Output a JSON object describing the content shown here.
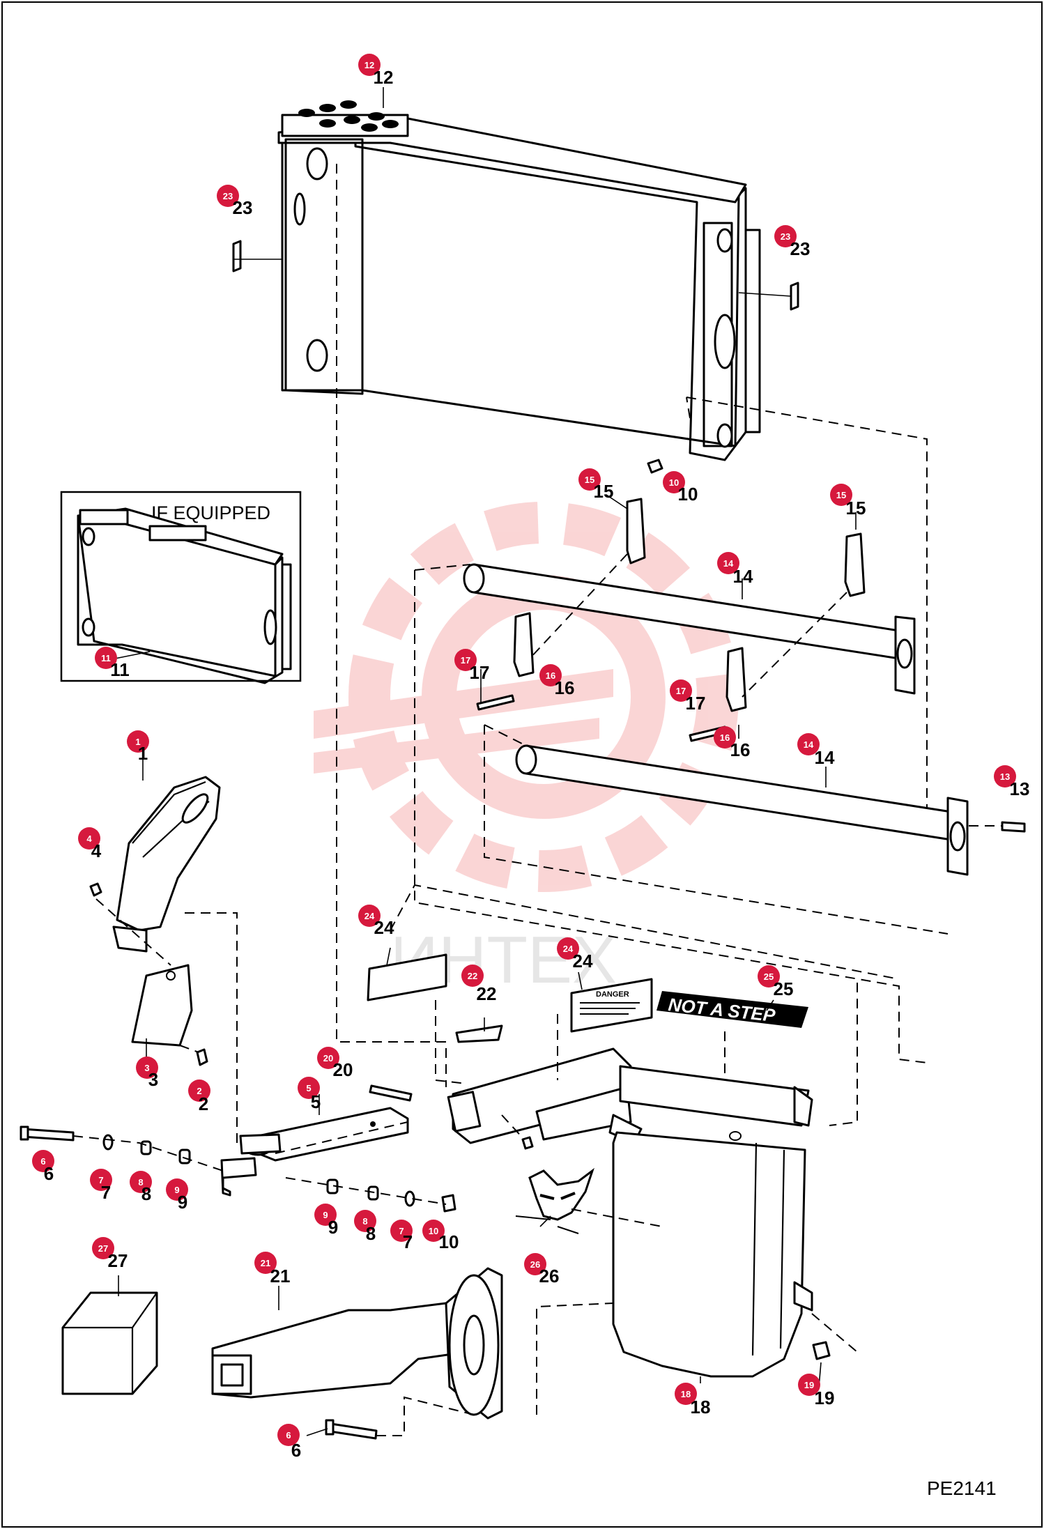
{
  "figure_code": "PE2141",
  "inset_label": "IF EQUIPPED",
  "watermark_text": "ИНТЕХ",
  "decal_text": "NOT A STEP",
  "warning_decal_title": "DANGER",
  "colors": {
    "callout_badge": "#d6193d",
    "watermark": "#f28a8a",
    "line": "#000000",
    "background": "#ffffff"
  },
  "callouts": [
    {
      "id": "c12",
      "num": "12"
    },
    {
      "id": "c23a",
      "num": "23"
    },
    {
      "id": "c23b",
      "num": "23"
    },
    {
      "id": "c10a",
      "num": "10"
    },
    {
      "id": "c15a",
      "num": "15"
    },
    {
      "id": "c15b",
      "num": "15"
    },
    {
      "id": "c14a",
      "num": "14"
    },
    {
      "id": "c14b",
      "num": "14"
    },
    {
      "id": "c11",
      "num": "11"
    },
    {
      "id": "c17a",
      "num": "17"
    },
    {
      "id": "c16a",
      "num": "16"
    },
    {
      "id": "c17b",
      "num": "17"
    },
    {
      "id": "c16b",
      "num": "16"
    },
    {
      "id": "c13",
      "num": "13"
    },
    {
      "id": "c1",
      "num": "1"
    },
    {
      "id": "c4",
      "num": "4"
    },
    {
      "id": "c24a",
      "num": "24"
    },
    {
      "id": "c24b",
      "num": "24"
    },
    {
      "id": "c25",
      "num": "25"
    },
    {
      "id": "c22",
      "num": "22"
    },
    {
      "id": "c3",
      "num": "3"
    },
    {
      "id": "c2",
      "num": "2"
    },
    {
      "id": "c20",
      "num": "20"
    },
    {
      "id": "c5",
      "num": "5"
    },
    {
      "id": "c6a",
      "num": "6"
    },
    {
      "id": "c7a",
      "num": "7"
    },
    {
      "id": "c8a",
      "num": "8"
    },
    {
      "id": "c9a",
      "num": "9"
    },
    {
      "id": "c9b",
      "num": "9"
    },
    {
      "id": "c8b",
      "num": "8"
    },
    {
      "id": "c7b",
      "num": "7"
    },
    {
      "id": "c10b",
      "num": "10"
    },
    {
      "id": "c27",
      "num": "27"
    },
    {
      "id": "c21",
      "num": "21"
    },
    {
      "id": "c26",
      "num": "26"
    },
    {
      "id": "c18",
      "num": "18"
    },
    {
      "id": "c19",
      "num": "19"
    },
    {
      "id": "c6b",
      "num": "6"
    }
  ]
}
